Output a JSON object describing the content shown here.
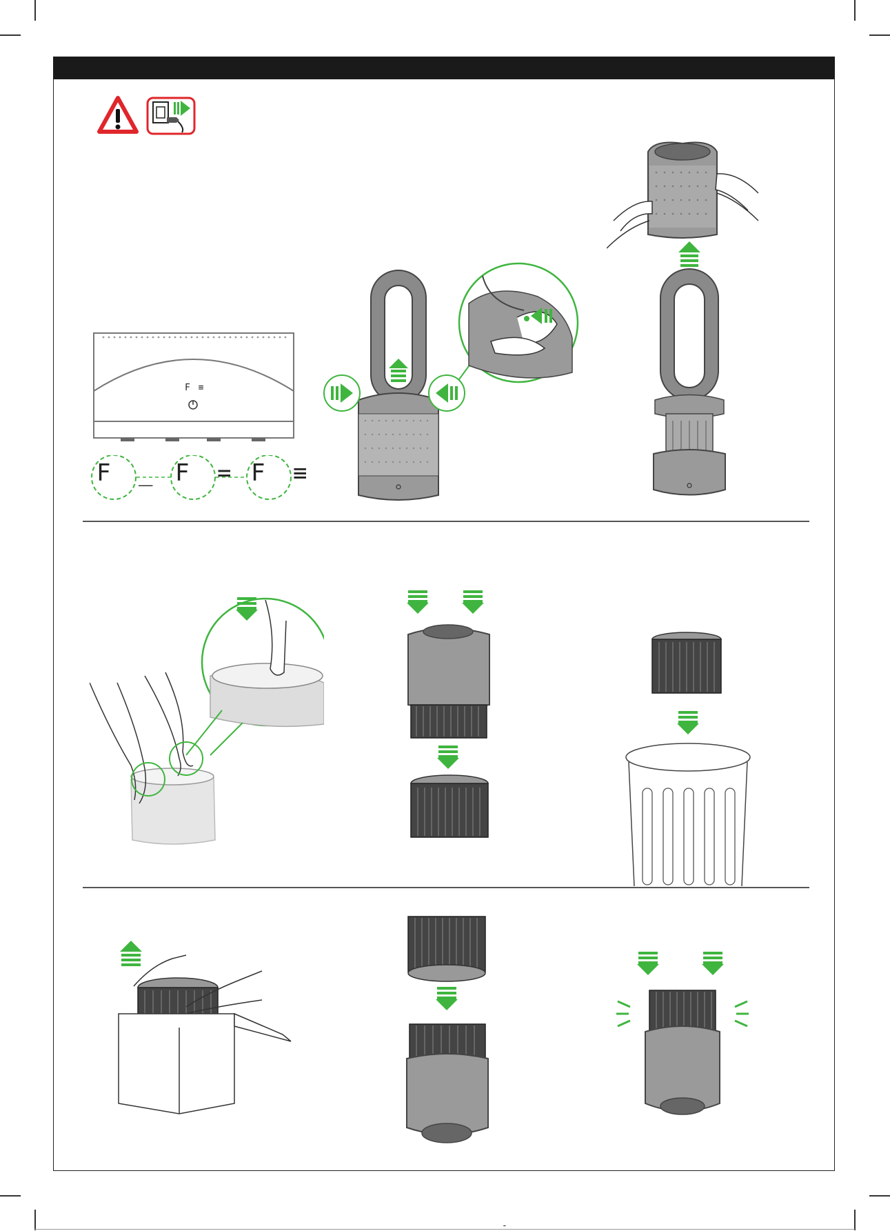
{
  "page": {
    "background": "#ffffff",
    "border": "#222222",
    "header_bar": "#1a1a1a"
  },
  "colors": {
    "accent_green": "#3fb53f",
    "warning_red": "#e0262b",
    "device_grey": "#8a8a8a",
    "device_dark": "#444444"
  },
  "warning": {
    "icons": [
      "warning-triangle-icon",
      "unplug-icon"
    ]
  },
  "step1": {
    "display_codes": [
      "F _",
      "F =",
      "F ≡"
    ],
    "panel_code": "F ≡"
  },
  "footer": {
    "mark": "-"
  }
}
